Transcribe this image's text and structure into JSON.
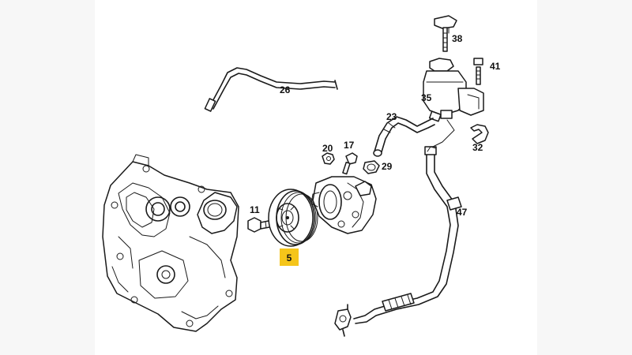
{
  "parts": {
    "p5": "5",
    "p11": "11",
    "p17": "17",
    "p20": "20",
    "p23": "23",
    "p26": "26",
    "p29": "29",
    "p32": "32",
    "p35": "35",
    "p38": "38",
    "p41": "41",
    "p47": "47"
  },
  "colors": {
    "highlight": "#f5c51a",
    "line": "#1a1a1a",
    "canvas": "#ffffff",
    "page": "#f7f7f7"
  },
  "highlighted_part": "5"
}
